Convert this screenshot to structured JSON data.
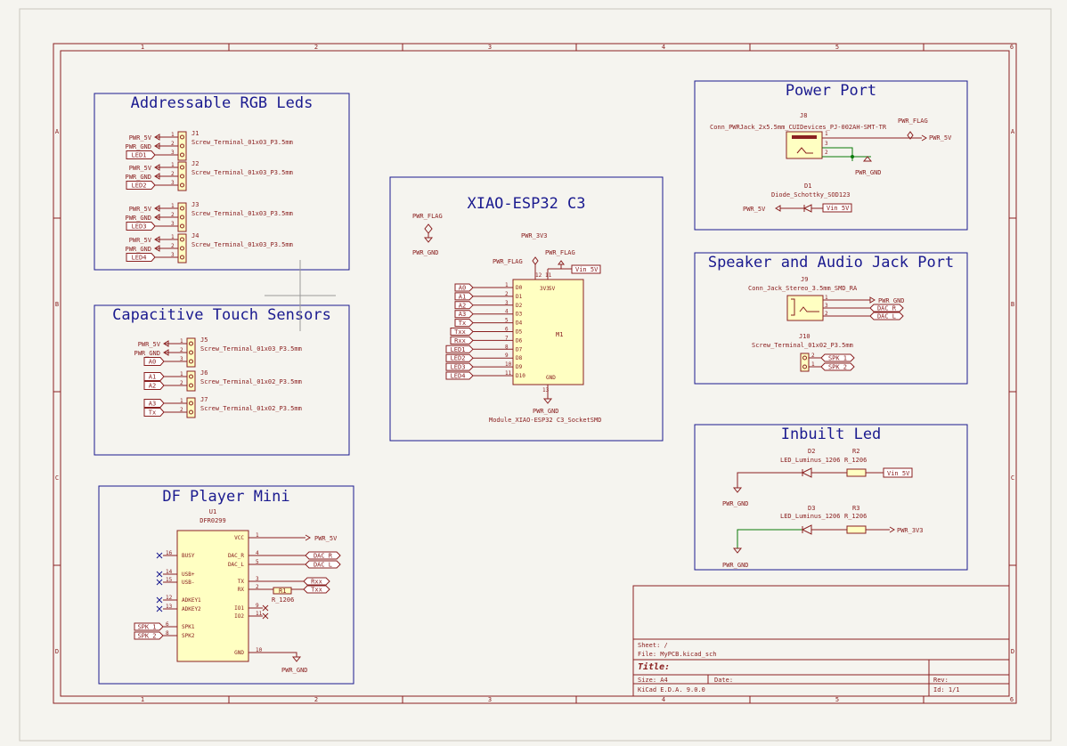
{
  "frame": {
    "cols": [
      "1",
      "2",
      "3",
      "4",
      "5",
      "6"
    ],
    "rows": [
      "A",
      "B",
      "C",
      "D"
    ]
  },
  "blocks": {
    "rgb": {
      "title": "Addressable RGB Leds"
    },
    "touch": {
      "title": "Capacitive Touch Sensors"
    },
    "dfp": {
      "title": "DF Player Mini"
    },
    "xiao": {
      "title": "XIAO-ESP32 C3"
    },
    "power": {
      "title": "Power Port"
    },
    "spk": {
      "title": "Speaker and Audio Jack Port"
    },
    "led": {
      "title": "Inbuilt Led"
    }
  },
  "rgb_connectors": [
    {
      "ref": "J1",
      "value": "Screw_Terminal_01x03_P3.5mm",
      "nets": [
        "PWR_5V",
        "PWR_GND",
        "LED1"
      ],
      "pins": [
        "1",
        "2",
        "3"
      ]
    },
    {
      "ref": "J2",
      "value": "Screw_Terminal_01x03_P3.5mm",
      "nets": [
        "PWR_5V",
        "PWR_GND",
        "LED2"
      ],
      "pins": [
        "1",
        "2",
        "3"
      ]
    },
    {
      "ref": "J3",
      "value": "Screw_Terminal_01x03_P3.5mm",
      "nets": [
        "PWR_5V",
        "PWR_GND",
        "LED3"
      ],
      "pins": [
        "1",
        "2",
        "3"
      ]
    },
    {
      "ref": "J4",
      "value": "Screw_Terminal_01x03_P3.5mm",
      "nets": [
        "PWR_5V",
        "PWR_GND",
        "LED4"
      ],
      "pins": [
        "1",
        "2",
        "3"
      ]
    }
  ],
  "touch_connectors": [
    {
      "ref": "J5",
      "value": "Screw_Terminal_01x03_P3.5mm",
      "nets": [
        "PWR_5V",
        "PWR_GND",
        "A0"
      ],
      "pins": [
        "1",
        "2",
        "3"
      ]
    },
    {
      "ref": "J6",
      "value": "Screw_Terminal_01x02_P3.5mm",
      "nets": [
        "A1",
        "A2"
      ],
      "pins": [
        "1",
        "2"
      ]
    },
    {
      "ref": "J7",
      "value": "Screw_Terminal_01x02_P3.5mm",
      "nets": [
        "A3",
        "Tx"
      ],
      "pins": [
        "1",
        "2"
      ]
    }
  ],
  "dfplayer": {
    "ref": "U1",
    "value": "DFR0299",
    "left_pins": [
      {
        "name": "BUSY",
        "num": "16",
        "net": ""
      },
      {
        "name": "USB+",
        "num": "14",
        "net": ""
      },
      {
        "name": "USB-",
        "num": "15",
        "net": ""
      },
      {
        "name": "ADKEY1",
        "num": "12",
        "net": ""
      },
      {
        "name": "ADKEY2",
        "num": "13",
        "net": ""
      },
      {
        "name": "SPK1",
        "num": "6",
        "net": "SPK_1"
      },
      {
        "name": "SPK2",
        "num": "8",
        "net": "SPK_2"
      }
    ],
    "right_pins": [
      {
        "name": "VCC",
        "num": "1",
        "net": "PWR_5V"
      },
      {
        "name": "DAC_R",
        "num": "4",
        "net": "DAC_R"
      },
      {
        "name": "DAC_L",
        "num": "5",
        "net": "DAC_L"
      },
      {
        "name": "TX",
        "num": "3",
        "net": "Rxx"
      },
      {
        "name": "RX",
        "num": "2",
        "net": "Txx"
      },
      {
        "name": "IO1",
        "num": "9",
        "net": ""
      },
      {
        "name": "IO2",
        "num": "11",
        "net": ""
      },
      {
        "name": "GND",
        "num": "10",
        "net": "PWR_GND"
      }
    ],
    "resistor": {
      "ref": "R1",
      "value": "R_1206"
    }
  },
  "xiao": {
    "ref": "M1",
    "value": "Module_XIAO-ESP32 C3_SocketSMD",
    "pins": [
      {
        "num": "1",
        "name": "D0",
        "net": "A0"
      },
      {
        "num": "2",
        "name": "D1",
        "net": "A1"
      },
      {
        "num": "3",
        "name": "D2",
        "net": "A2"
      },
      {
        "num": "4",
        "name": "D3",
        "net": "A3"
      },
      {
        "num": "5",
        "name": "D4",
        "net": "Tx"
      },
      {
        "num": "6",
        "name": "D5",
        "net": "Txx"
      },
      {
        "num": "7",
        "name": "D6",
        "net": "Rxx"
      },
      {
        "num": "8",
        "name": "D7",
        "net": "LED1"
      },
      {
        "num": "9",
        "name": "D8",
        "net": "LED2"
      },
      {
        "num": "10",
        "name": "D9",
        "net": "LED3"
      },
      {
        "num": "11",
        "name": "D10",
        "net": "LED4"
      }
    ],
    "top_pins": [
      {
        "num": "12",
        "name": "3V3"
      },
      {
        "num": "11",
        "name": "5V"
      }
    ],
    "gnd_pin": {
      "num": "13",
      "name": "GND"
    },
    "pwr_3v3": "PWR_3V3",
    "pwr_flag": "PWR_FLAG",
    "pwr_gnd": "PWR_GND",
    "vin": "Vin_5V"
  },
  "power": {
    "jack_ref": "J8",
    "jack_value": "Conn_PWRJack_2x5.5mm_CUIDevices_PJ-002AH-SMT-TR",
    "jack_pins": [
      "1",
      "3",
      "2"
    ],
    "flag": "PWR_FLAG",
    "out": "PWR_5V",
    "gnd": "PWR_GND",
    "diode_ref": "D1",
    "diode_value": "Diode_Schottky_SOD123",
    "diode_left": "PWR_5V",
    "diode_right": "Vin_5V"
  },
  "speaker": {
    "jack_ref": "J9",
    "jack_value": "Conn_Jack_Stereo_3.5mm_SMD_RA",
    "jack_pins": [
      "1",
      "3",
      "2"
    ],
    "jack_nets": [
      "PWR_GND",
      "DAC_R",
      "DAC_L"
    ],
    "term_ref": "J10",
    "term_value": "Screw_Terminal_01x02_P3.5mm",
    "term_pins": [
      "2",
      "1"
    ],
    "term_nets": [
      "SPK_1",
      "SPK_2"
    ]
  },
  "inbuilt": {
    "d2": "D2",
    "d2_value": "LED_Luminus_1206",
    "r2": "R2",
    "r2_value": "R_1206",
    "net1": "Vin_5V",
    "gnd1": "PWR_GND",
    "d3": "D3",
    "d3_value": "LED_Luminus_1206",
    "r3": "R3",
    "r3_value": "R_1206",
    "net2": "PWR_3V3",
    "gnd2": "PWR_GND"
  },
  "title_block": {
    "sheet": "Sheet: /",
    "file": "File: MyPCB.kicad_sch",
    "title": "Title:",
    "size": "Size: A4",
    "date": "Date:",
    "rev": "Rev:",
    "tool": "KiCad E.D.A. 9.0.0",
    "id": "Id: 1/1"
  }
}
